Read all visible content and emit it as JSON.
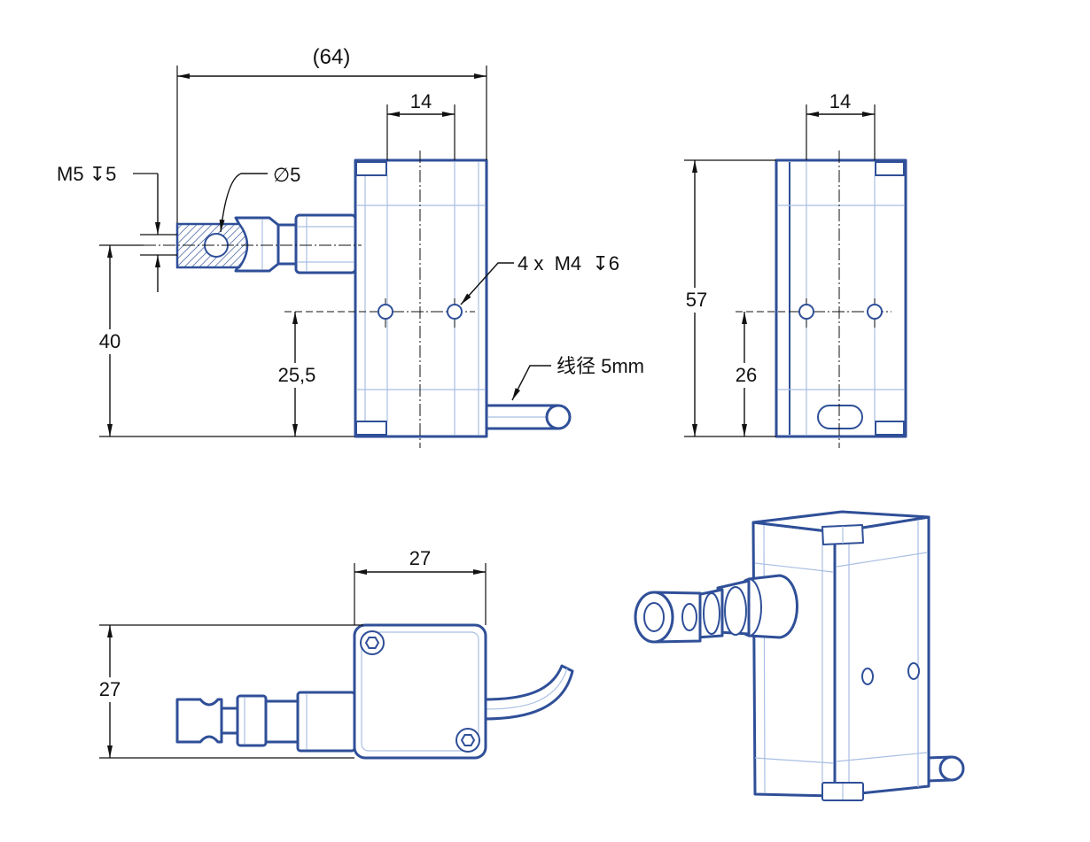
{
  "front_view": {
    "dim_overall_length": "(64)",
    "dim_hole_spacing": "14",
    "thread_note": "M5 ↧5",
    "diameter_note": "∅5",
    "dim_axis_height": "40",
    "dim_hole_height": "25,5",
    "holes_note": "4 x  M4  ↧6",
    "cable_note": "线径 5mm"
  },
  "side_view": {
    "dim_hole_spacing": "14",
    "dim_height": "57",
    "dim_hole_height": "26"
  },
  "top_view": {
    "dim_width": "27",
    "dim_depth": "27"
  },
  "colors": {
    "outline": "#2f4f98",
    "inner": "#a9bfe4",
    "dimension": "#111111"
  }
}
